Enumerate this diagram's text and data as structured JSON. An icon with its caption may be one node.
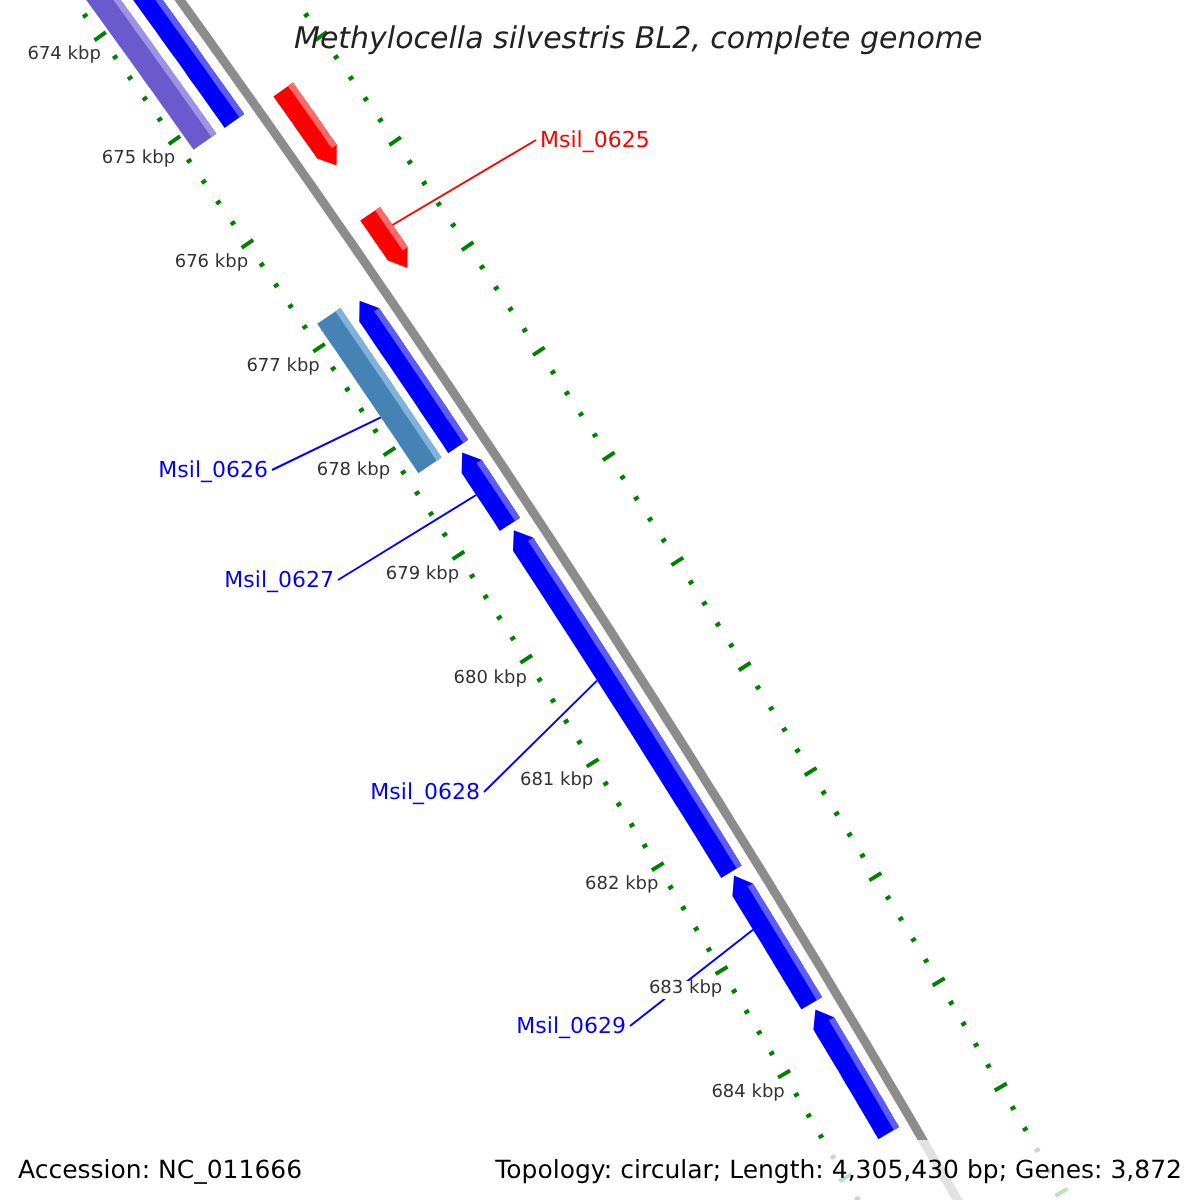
{
  "diagram": {
    "title": "Methylocella silvestris BL2, complete genome",
    "nodes": [
      {
        "text": [
          "Msil_0625"
        ]
      },
      {
        "text": [
          "Msil_0626"
        ]
      },
      {
        "text": [
          "Msil_0627"
        ]
      },
      {
        "text": [
          "Msil_0628"
        ]
      },
      {
        "text": [
          "Msil_0629"
        ]
      },
      {
        "text": [],
        "shape": "bar"
      },
      {
        "text": [],
        "shape": "bar"
      },
      {
        "text": [],
        "shape": "pentagon"
      },
      {
        "text": [],
        "shape": "pentagon"
      },
      {
        "text": [],
        "shape": "pentagon"
      },
      {
        "text": [],
        "shape": "bar"
      },
      {
        "text": [],
        "shape": "pentagon"
      },
      {
        "text": [],
        "shape": "pentagon"
      },
      {
        "text": [],
        "shape": "pentagon"
      },
      {
        "text": [],
        "shape": "pentagon"
      }
    ],
    "edges": [
      {
        "from": 0,
        "to": 8,
        "arrow": "none",
        "color": "#ff0000"
      },
      {
        "from": 1,
        "to": 10,
        "arrow": "none"
      },
      {
        "from": 2,
        "to": 11,
        "arrow": "none"
      },
      {
        "from": 3,
        "to": 12,
        "arrow": "none"
      },
      {
        "from": 4,
        "to": 13,
        "arrow": "none"
      }
    ],
    "labels": [
      "674 kbp",
      "675 kbp",
      "676 kbp",
      "677 kbp",
      "678 kbp",
      "679 kbp",
      "680 kbp",
      "681 kbp",
      "682 kbp",
      "683 kbp",
      "684 kbp",
      "Accession: NC_011666",
      "Topology: circular; Length: 4,305,430 bp; Genes: 3,872"
    ]
  }
}
